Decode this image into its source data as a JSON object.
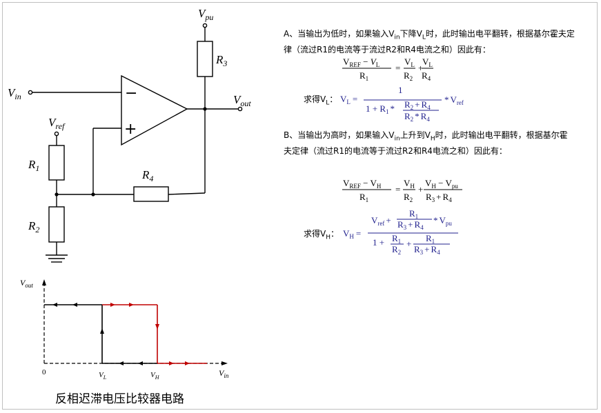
{
  "circuit": {
    "label_vpu": "V",
    "sub_vpu": "pu",
    "label_vin": "V",
    "sub_vin": "in",
    "label_vout": "V",
    "sub_vout": "out",
    "label_vref": "V",
    "sub_vref": "ref",
    "label_r1": "R",
    "sub_r1": "1",
    "label_r2": "R",
    "sub_r2": "2",
    "label_r3": "R",
    "sub_r3": "3",
    "label_r4": "R",
    "sub_r4": "4",
    "opamp_minus": "−",
    "opamp_plus": "+"
  },
  "graph": {
    "ylabel": "V",
    "ylabel_sub": "out",
    "xlabel": "V",
    "xlabel_sub": "in",
    "origin": "0",
    "vl": "V",
    "vl_sub": "L",
    "vh": "V",
    "vh_sub": "H",
    "colors": {
      "low_to_high": "#c00000",
      "high_to_low": "#000000"
    }
  },
  "caption": "反相迟滞电压比较器电路",
  "section_a": {
    "line1_pre": "A、当输出为低时，如果输入V",
    "line1_sub_in": "in",
    "line1_mid": "下降V",
    "line1_sub_l": "L",
    "line1_post": "时，此时输出电平翻转，根据基尔霍夫定",
    "line2": "律（流过R1的电流等于流过R2和R4电流之和）因此有：",
    "result_label": "求得V",
    "result_label_sub": "L",
    "result_colon": "："
  },
  "section_b": {
    "line1_pre": "B、当输出为高时，如果输入V",
    "line1_sub_in": "in",
    "line1_mid": "上升到V",
    "line1_sub_h": "H",
    "line1_post": "时，此时输出电平翻转，根据基尔霍",
    "line2": "夫定律（流过R1的电流等于流过R2和R4电流之和）因此有：",
    "result_label": "求得V",
    "result_label_sub": "H",
    "result_colon": "："
  },
  "eq": {
    "vref_minus_vl": "V",
    "s_ref": "REF",
    "minus": " − ",
    "s_l": "L",
    "r": "R",
    "one": "1",
    "eq_sign": "=",
    "plus": "+",
    "times": "*",
    "s_h": "H",
    "s_pu": "pu",
    "s_ref_lower": "ref",
    "one_plus": "1 + ",
    "s1": "1",
    "s2": "2",
    "s3": "3",
    "s4": "4"
  },
  "formula_color": "#1f1f8c"
}
